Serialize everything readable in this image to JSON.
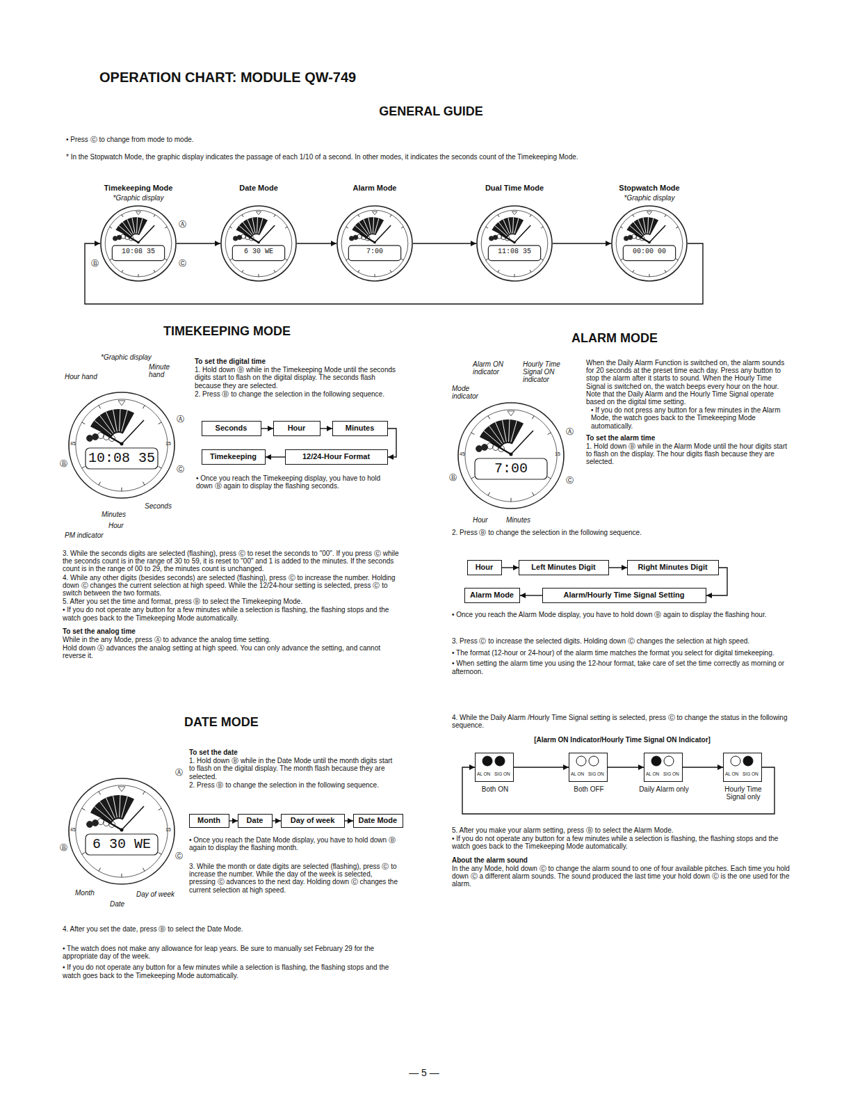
{
  "diagram": {
    "title": "OPERATION CHART: MODULE QW-749",
    "nodes": [
      {
        "text": [
          "Timekeeping Mode",
          "*Graphic display",
          "10:08 35"
        ]
      },
      {
        "text": [
          "Date Mode",
          "6 30 WE"
        ]
      },
      {
        "text": [
          "Alarm Mode",
          "7:00"
        ]
      },
      {
        "text": [
          "Dual Time Mode",
          "11:08 35"
        ]
      },
      {
        "text": [
          "Stopwatch Mode",
          "*Graphic display",
          "00:00 00"
        ]
      },
      {
        "text": [
          "Seconds"
        ]
      },
      {
        "text": [
          "Hour"
        ]
      },
      {
        "text": [
          "Minutes"
        ]
      },
      {
        "text": [
          "12/24-Hour Format"
        ]
      },
      {
        "text": [
          "Timekeeping"
        ]
      },
      {
        "text": [
          "Month"
        ]
      },
      {
        "text": [
          "Date"
        ]
      },
      {
        "text": [
          "Day of week"
        ]
      },
      {
        "text": [
          "Date Mode"
        ]
      },
      {
        "text": [
          "Hour"
        ]
      },
      {
        "text": [
          "Left Minutes Digit"
        ]
      },
      {
        "text": [
          "Right Minutes Digit"
        ]
      },
      {
        "text": [
          "Alarm/Hourly Time Signal Setting"
        ]
      },
      {
        "text": [
          "Alarm Mode"
        ]
      },
      {
        "text": [
          "AL ON",
          "SIG ON",
          "Both ON"
        ]
      },
      {
        "text": [
          "AL ON",
          "SIG ON",
          "Both OFF"
        ]
      },
      {
        "text": [
          "AL ON",
          "SIG ON",
          "Daily Alarm only"
        ]
      },
      {
        "text": [
          "AL ON",
          "SIG ON",
          "Hourly Time Signal only"
        ]
      }
    ],
    "edges": [
      {
        "from": 0,
        "to": 1,
        "arrow": "to"
      },
      {
        "from": 1,
        "to": 2,
        "arrow": "to"
      },
      {
        "from": 2,
        "to": 3,
        "arrow": "to"
      },
      {
        "from": 3,
        "to": 4,
        "arrow": "to"
      },
      {
        "from": 4,
        "to": 0,
        "arrow": "to"
      },
      {
        "from": 5,
        "to": 6,
        "arrow": "to"
      },
      {
        "from": 6,
        "to": 7,
        "arrow": "to"
      },
      {
        "from": 7,
        "to": 8,
        "arrow": "to"
      },
      {
        "from": 8,
        "to": 9,
        "arrow": "to"
      },
      {
        "from": 10,
        "to": 11,
        "arrow": "to"
      },
      {
        "from": 11,
        "to": 12,
        "arrow": "to"
      },
      {
        "from": 12,
        "to": 13,
        "arrow": "to"
      },
      {
        "from": 14,
        "to": 15,
        "arrow": "to"
      },
      {
        "from": 15,
        "to": 16,
        "arrow": "to"
      },
      {
        "from": 16,
        "to": 17,
        "arrow": "to"
      },
      {
        "from": 17,
        "to": 18,
        "arrow": "to"
      },
      {
        "from": 19,
        "to": 20,
        "arrow": "to"
      },
      {
        "from": 20,
        "to": 21,
        "arrow": "to"
      },
      {
        "from": 21,
        "to": 22,
        "arrow": "to"
      },
      {
        "from": 22,
        "to": 19,
        "arrow": "to"
      }
    ],
    "labels": [
      "GENERAL GUIDE",
      "• Press Ⓒ to change from mode to mode.",
      "* In the Stopwatch Mode, the graphic display indicates the passage of each 1/10 of a second. In other modes, it indicates the seconds count of the Timekeeping Mode.",
      "Ⓐ",
      "Ⓑ",
      "Ⓒ",
      "TIMEKEEPING MODE",
      "*Graphic display",
      "Hour hand",
      "Minute hand",
      "45",
      "15",
      "Ⓐ",
      "Ⓑ",
      "Ⓒ",
      "10:08 35",
      "Seconds",
      "Minutes",
      "Hour",
      "PM indicator",
      "To set the digital time",
      "1. Hold down Ⓑ while in the Timekeeping Mode until the seconds digits start to flash on the digital display. The seconds flash because they are selected.",
      "2. Press Ⓑ to change the selection in the following sequence.",
      "• Once you reach the Timekeeping display, you have to hold down Ⓑ again to display the flashing seconds.",
      "3. While the seconds digits are selected (flashing), press Ⓒ to reset the seconds to \"00\". If you press Ⓒ while the seconds count is in the range of 30 to 59, it is reset to \"00\" and 1 is added to the minutes. If the seconds count is in the range of 00 to 29, the minutes count is unchanged.",
      "4. While any other digits (besides seconds) are selected (flashing), press Ⓒ to increase the number. Holding down Ⓒ changes the current selection at high speed. While the 12/24-hour setting is selected, press Ⓒ to switch between the two formats.",
      "5. After you set the time and format, press Ⓑ to select the Timekeeping Mode.",
      "• If you do not operate any button for a few minutes while a selection is flashing, the flashing stops and the watch goes back to the Timekeeping Mode automatically.",
      "To set the analog time",
      "While in the any Mode, press Ⓐ to advance the analog time setting.",
      "Hold down Ⓐ advances the analog setting at high speed. You can only advance the setting, and cannot reverse it.",
      "DATE MODE",
      "45",
      "15",
      "Ⓐ",
      "Ⓑ",
      "Ⓒ",
      "6 30 WE",
      "Month",
      "Day of week",
      "Date",
      "To set the date",
      "1. Hold down Ⓑ while in the Date Mode until the month digits start to flash on the digital display. The month flash because they are selected.",
      "2. Press Ⓑ to change the selection in the following sequence.",
      "• Once you reach the Date Mode display, you have to hold down Ⓑ again to display the flashing month.",
      "3. While the month or date digits are selected (flashing), press Ⓒ to increase the number. While the day of the week is selected, pressing Ⓒ advances to the next day. Holding down Ⓒ changes the current selection at high speed.",
      "4. After you set the date, press Ⓑ to select the Date Mode.",
      "• The watch does not make any allowance for leap years. Be sure to manually set February 29 for the appropriate day of the week.",
      "• If you do not operate any button for a few minutes while a selection is flashing, the flashing stops and the watch goes back to the Timekeeping Mode automatically.",
      "ALARM MODE",
      "Alarm ON indicator",
      "Hourly Time Signal ON indicator",
      "Mode indicator",
      "45",
      "15",
      "Ⓐ",
      "Ⓑ",
      "Ⓒ",
      "7:00",
      "Hour",
      "Minutes",
      "When the Daily Alarm Function is switched on, the alarm sounds for 20 seconds at the preset time each day. Press any button to stop the alarm after it starts to sound. When the Hourly Time Signal is switched on, the watch beeps every hour on the hour. Note that the Daily Alarm and the Hourly Time Signal operate based on the digital time setting.",
      "• If you do not press any button for a few minutes in the Alarm Mode, the watch goes back to the Timekeeping Mode automatically.",
      "To set the alarm time",
      "1. Hold down Ⓑ while in the Alarm Mode until the hour digits start to flash on the display. The hour digits flash because they are selected.",
      "2. Press Ⓑ to change the selection in the following sequence.",
      "• Once you reach the Alarm Mode display, you have to hold down Ⓑ again to display the flashing hour.",
      "3. Press Ⓒ to increase the selected digits. Holding down Ⓒ changes the selection at high speed.",
      "• The format (12-hour or 24-hour) of the alarm time matches the format you select for digital timekeeping.",
      "• When setting the alarm time you using the 12-hour format, take care of set the time correctly as morning or afternoon.",
      "4. While the Daily Alarm /Hourly Time Signal setting is selected, press Ⓒ to change the status in the following sequence.",
      "[Alarm ON Indicator/Hourly Time Signal ON Indicator]",
      "5. After you make your alarm setting, press Ⓑ to select the Alarm Mode.",
      "• If you do not operate any button for a few minutes while a selection is flashing, the flashing stops and the watch goes back to the Timekeeping Mode automatically.",
      "About the alarm sound",
      "In the any Mode, hold down Ⓒ to change the alarm sound to one of four available pitches. Each time you hold down Ⓒ a different alarm sounds. The sound produced the last time your hold down Ⓒ is the one used for the alarm.",
      "— 5 —"
    ]
  }
}
